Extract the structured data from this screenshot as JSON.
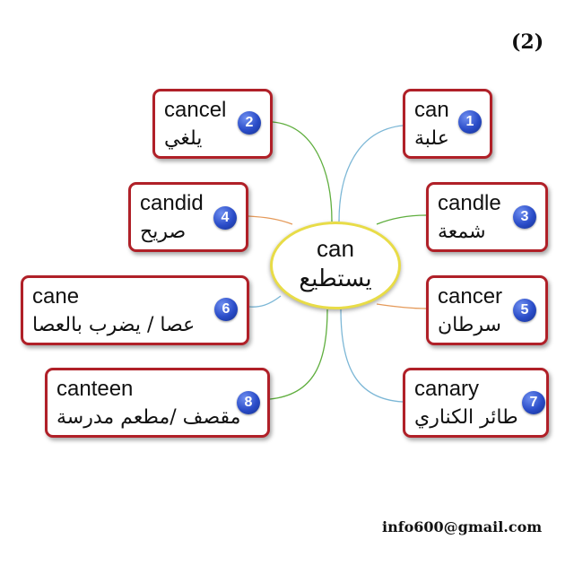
{
  "page_number": "(2)",
  "center": {
    "word": "can",
    "translation": "يستطيع"
  },
  "nodes": [
    {
      "num": "1",
      "word": "can",
      "translation": "علبة"
    },
    {
      "num": "2",
      "word": "cancel",
      "translation": "يلغي"
    },
    {
      "num": "3",
      "word": "candle",
      "translation": "شمعة"
    },
    {
      "num": "4",
      "word": "candid",
      "translation": "صريح"
    },
    {
      "num": "5",
      "word": "cancer",
      "translation": "سرطان"
    },
    {
      "num": "6",
      "word": "cane",
      "translation": "عصا / يضرب بالعصا"
    },
    {
      "num": "7",
      "word": "canary",
      "translation": "طائر الكناري"
    },
    {
      "num": "8",
      "word": "canteen",
      "translation": "مقصف /مطعم مدرسة"
    }
  ],
  "link_colors": [
    "#7cb7d6",
    "#5fae3e",
    "#5fae3e",
    "#e59a5a",
    "#e59a5a",
    "#7cb7d6",
    "#7cb7d6",
    "#5fae3e"
  ],
  "email": "info600@gmail.com"
}
